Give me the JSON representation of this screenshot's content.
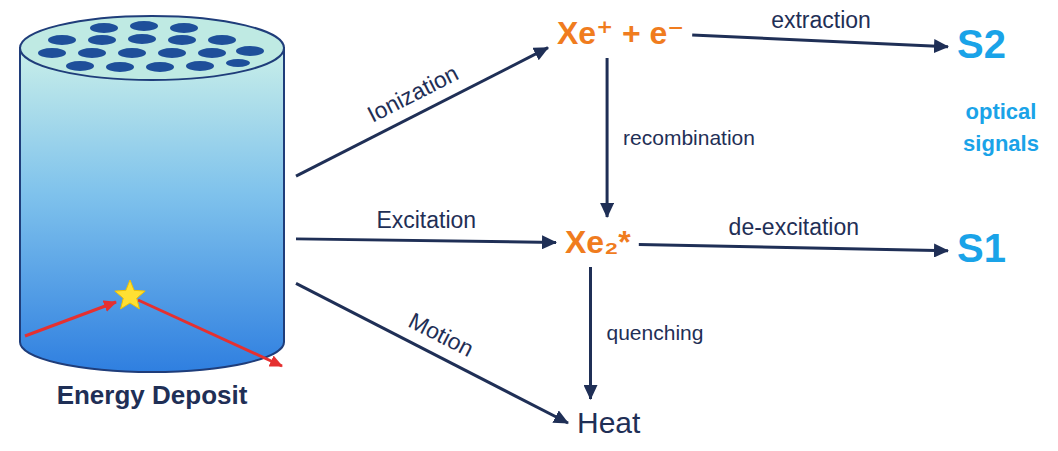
{
  "diagram": {
    "nodes": [
      {
        "text": [
          "Energy Deposit"
        ]
      },
      {
        "text": [
          "Xe⁺ + e⁻"
        ]
      },
      {
        "text": [
          "Xe₂*"
        ]
      },
      {
        "text": [
          "S2"
        ]
      },
      {
        "text": [
          "S1"
        ]
      },
      {
        "text": [
          "Heat"
        ]
      }
    ],
    "edges": [
      {
        "from": 0,
        "to": 1,
        "label": "Ionization",
        "arrow": "to"
      },
      {
        "from": 0,
        "to": 2,
        "label": "Excitation",
        "arrow": "to"
      },
      {
        "from": 0,
        "to": 5,
        "label": "Motion",
        "arrow": "to"
      },
      {
        "from": 1,
        "to": 3,
        "label": "extraction",
        "arrow": "to"
      },
      {
        "from": 1,
        "to": 2,
        "label": "recombination",
        "arrow": "to"
      },
      {
        "from": 2,
        "to": 4,
        "label": "de-excitation",
        "arrow": "to"
      },
      {
        "from": 2,
        "to": 5,
        "label": "quenching",
        "arrow": "to"
      }
    ],
    "labels": [
      "optical signals"
    ]
  }
}
